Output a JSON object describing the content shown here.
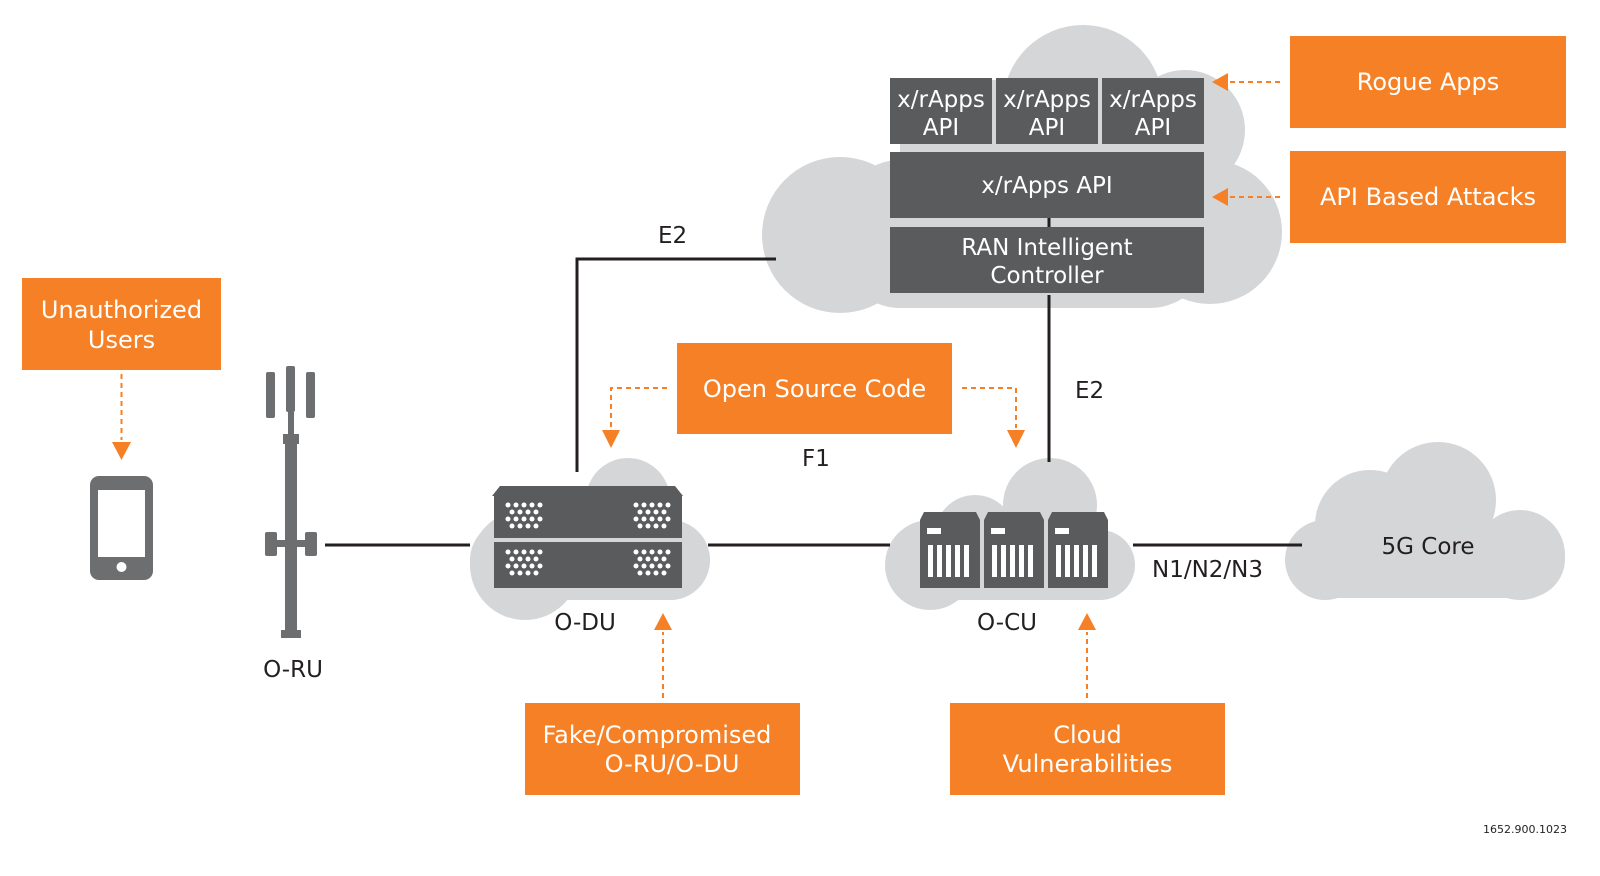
{
  "colors": {
    "threat": "#f58025",
    "block": "#5a5b5d",
    "cloud": "#d5d6d8",
    "line": "#231f20",
    "icon": "#6d6e70"
  },
  "threats": {
    "rogue_apps": "Rogue Apps",
    "api_attacks": "API Based Attacks",
    "unauthorized_line1": "Unauthorized",
    "unauthorized_line2": "Users",
    "open_source": "Open Source Code",
    "fake_line1": "Fake/Compromised",
    "fake_line2": "O-RU/O-DU",
    "cloud_line1": "Cloud",
    "cloud_line2": "Vulnerabilities"
  },
  "ric": {
    "app1_line1": "x/rApps",
    "app1_line2": "API",
    "app2_line1": "x/rApps",
    "app2_line2": "API",
    "app3_line1": "x/rApps",
    "app3_line2": "API",
    "api_bar": "x/rApps API",
    "controller_line1": "RAN Intelligent",
    "controller_line2": "Controller"
  },
  "links": {
    "e2_left": "E2",
    "e2_right": "E2",
    "f1": "F1",
    "n_interfaces": "N1/N2/N3"
  },
  "nodes": {
    "oru": "O-RU",
    "odu": "O-DU",
    "ocu": "O-CU",
    "core": "5G Core"
  },
  "figure_id": "1652.900.1023"
}
